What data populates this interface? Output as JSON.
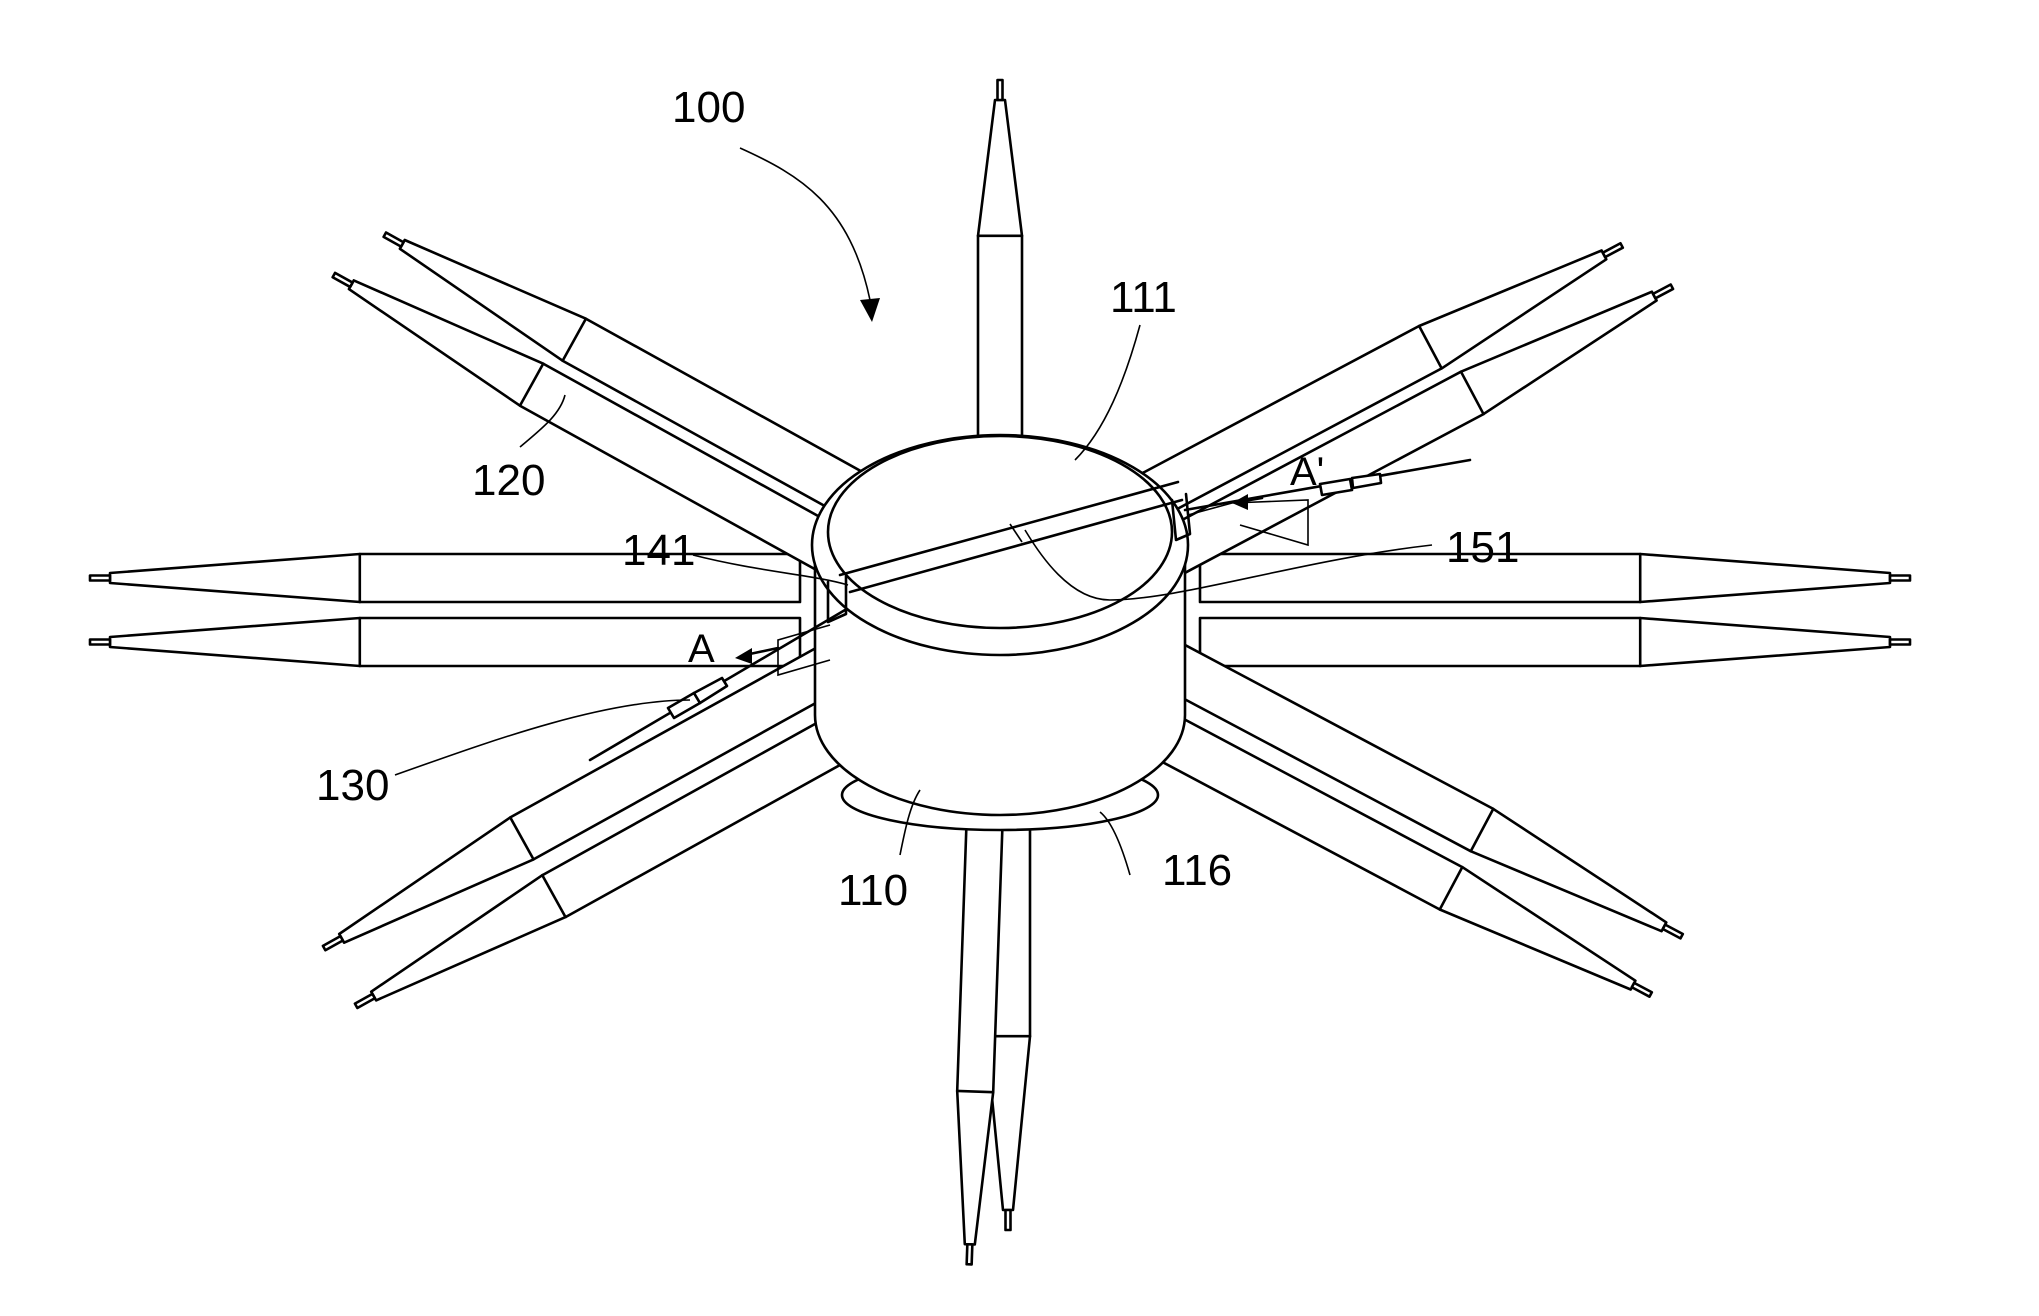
{
  "labels": {
    "device": "100",
    "top_surface": "111",
    "probe": "120",
    "guide_a": "141",
    "guide_b": "151",
    "wire": "130",
    "body": "110",
    "base": "116",
    "section_a": "A",
    "section_a_prime": "A'"
  },
  "colors": {
    "line": "#000000",
    "background": "#ffffff"
  }
}
